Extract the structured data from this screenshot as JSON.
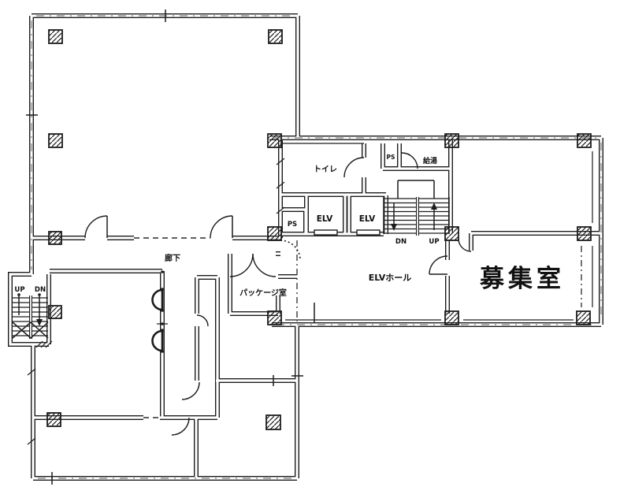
{
  "plan": {
    "type": "architectural-floor-plan",
    "colors": {
      "paper": "#ffffff",
      "ink": "#1c1c1c"
    },
    "labels": {
      "recruit_room": "募集室",
      "elv_hall": "ELVホール",
      "package_room": "パッケージ室",
      "corridor": "廊下",
      "toilet": "トイレ",
      "hot_water": "給湯",
      "ps_north": "PS",
      "ps_west": "PS",
      "elevator_1": "ELV",
      "elevator_2": "ELV",
      "stair_center_down": "DN",
      "stair_center_up": "UP",
      "stair_west_up": "UP",
      "stair_west_down": "DN"
    }
  }
}
